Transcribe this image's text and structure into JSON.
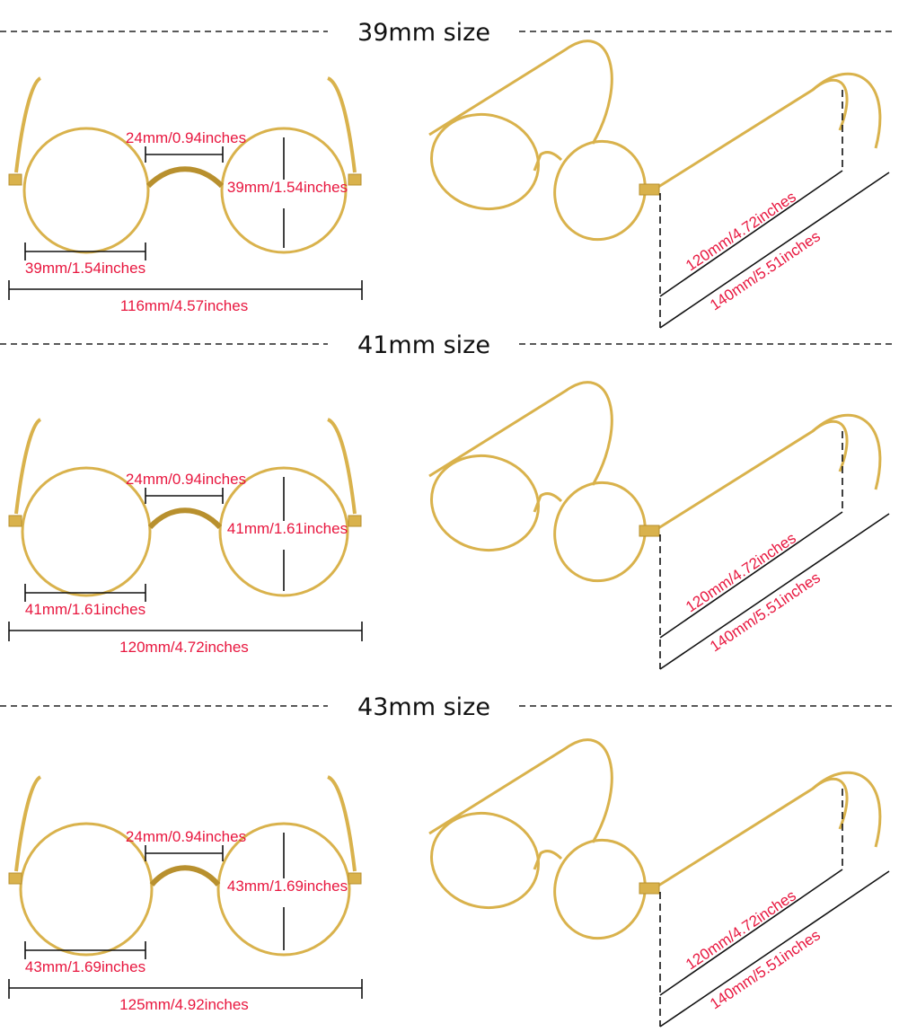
{
  "colors": {
    "frame": "#d9b24c",
    "frame_dark": "#b8902e",
    "label": "#e8173f",
    "line": "#111111"
  },
  "sections": [
    {
      "title": "39mm size",
      "bridge": "24mm/0.94inches",
      "lens_height": "39mm/1.54inches",
      "lens_width": "39mm/1.54inches",
      "total_width": "116mm/4.57inches",
      "temple_short": "120mm/4.72inches",
      "temple_long": "140mm/5.51inches"
    },
    {
      "title": "41mm size",
      "bridge": "24mm/0.94inches",
      "lens_height": "41mm/1.61inches",
      "lens_width": "41mm/1.61inches",
      "total_width": "120mm/4.72inches",
      "temple_short": "120mm/4.72inches",
      "temple_long": "140mm/5.51inches"
    },
    {
      "title": "43mm size",
      "bridge": "24mm/0.94inches",
      "lens_height": "43mm/1.69inches",
      "lens_width": "43mm/1.69inches",
      "total_width": "125mm/4.92inches",
      "temple_short": "120mm/4.72inches",
      "temple_long": "140mm/5.51inches"
    }
  ]
}
